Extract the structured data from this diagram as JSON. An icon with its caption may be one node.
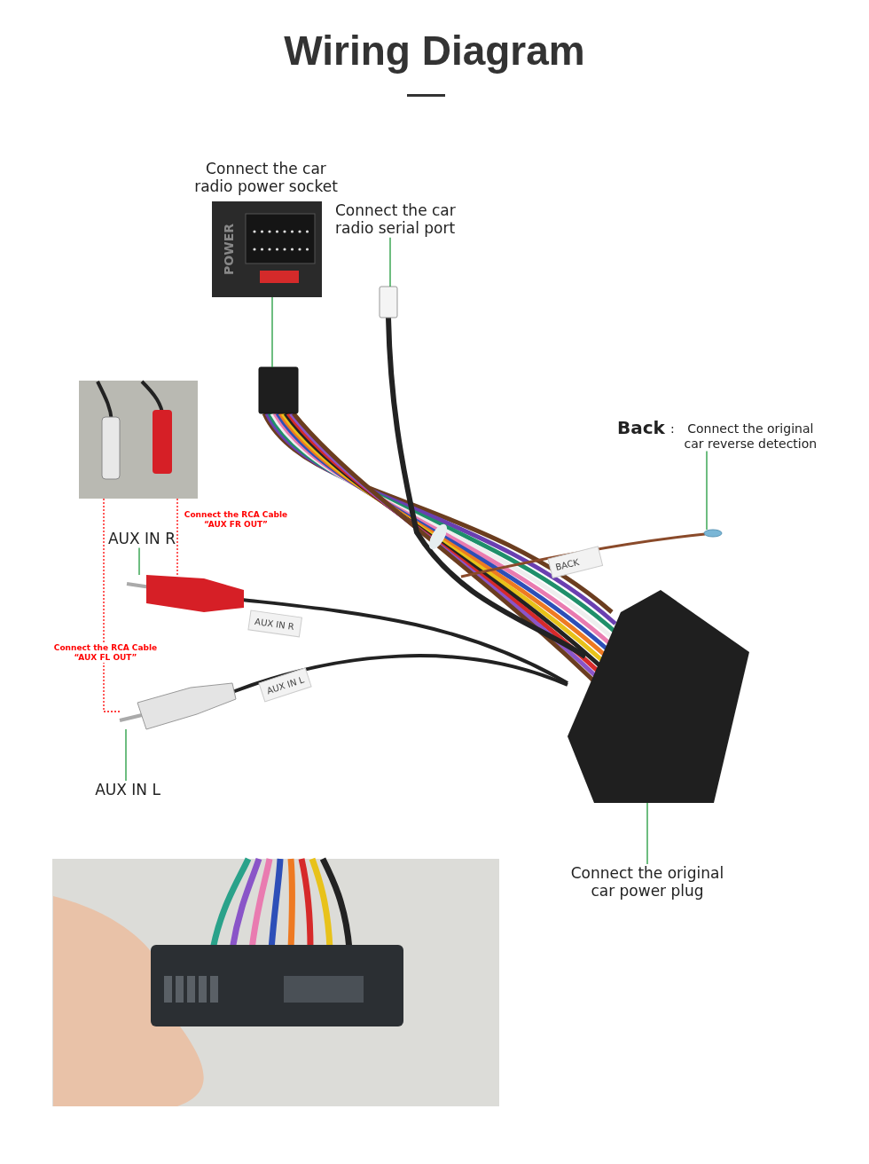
{
  "diagram": {
    "title": "Wiring Diagram",
    "nodes": [
      {
        "text": [
          "Connect the car radio power socket"
        ]
      },
      {
        "text": [],
        "shape": "box"
      },
      {
        "text": [
          "Connect the car radio serial port"
        ]
      },
      {
        "text": [],
        "shape": "box"
      },
      {
        "text": [
          "Back",
          ":",
          "Connect the original car reverse detection"
        ]
      },
      {
        "text": [],
        "shape": "circle"
      },
      {
        "text": [],
        "shape": "picture"
      },
      {
        "text": [
          "AUX IN R"
        ]
      },
      {
        "text": [],
        "shape": "picture"
      },
      {
        "text": [
          "AUX IN L"
        ]
      },
      {
        "text": [],
        "shape": "picture"
      },
      {
        "text": [
          "Connect the original car power plug"
        ]
      },
      {
        "text": [],
        "shape": "picture"
      }
    ],
    "edges": [
      {
        "from": 0,
        "to": 1,
        "arrow": "none"
      },
      {
        "from": 2,
        "to": 3,
        "arrow": "none"
      },
      {
        "from": 4,
        "to": 5,
        "arrow": "none"
      },
      {
        "from": 6,
        "to": 8,
        "arrow": "none",
        "label": "Connect the RCA Cable “AUX FR OUT”",
        "style": "dashed",
        "color": "#ff0000"
      },
      {
        "from": 7,
        "to": 8,
        "arrow": "none"
      },
      {
        "from": 6,
        "to": 10,
        "arrow": "none",
        "label": "Connect the RCA Cable “AUX FL OUT”",
        "style": "dashed",
        "color": "#ff0000"
      },
      {
        "from": 9,
        "to": 10,
        "arrow": "none"
      },
      {
        "from": 11,
        "to": 12,
        "arrow": "none"
      }
    ],
    "labels": [
      "POWER",
      "BACK",
      "AUX IN R",
      "AUX IN L"
    ]
  }
}
